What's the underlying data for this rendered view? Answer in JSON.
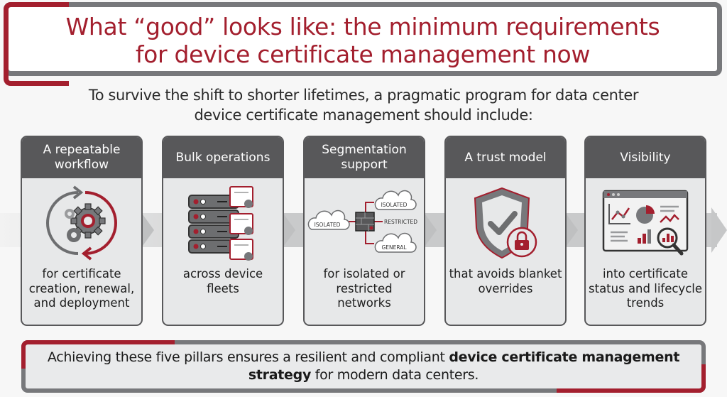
{
  "title": {
    "line1": "What “good” looks like: the minimum requirements",
    "line2": "for device certificate management now"
  },
  "intro": {
    "line1": "To survive the shift to shorter lifetimes, a pragmatic program for data center",
    "line2": "device certificate management should include:"
  },
  "colors": {
    "accent_red": "#a31f2e",
    "header_gray": "#58585a",
    "border_gray": "#77787b",
    "card_body": "#e7e8e9"
  },
  "pillars": [
    {
      "title": "A repeatable workflow",
      "icon": "gears-cycle-icon",
      "description": "for certificate creation, renewal, and deployment"
    },
    {
      "title": "Bulk operations",
      "icon": "server-rack-certificates-icon",
      "description": "across device fleets"
    },
    {
      "title": "Segmentation support",
      "icon": "network-segmentation-icon",
      "description": "for isolated or restricted networks",
      "diagram_labels": {
        "left": "ISOLATED",
        "top_right": "ISOLATED",
        "mid_right": "RESTRICTED",
        "bottom_right": "GENERAL"
      }
    },
    {
      "title": "A trust model",
      "icon": "shield-check-lock-icon",
      "description": "that avoids blanket overrides"
    },
    {
      "title": "Visibility",
      "icon": "dashboard-analytics-icon",
      "description": "into certificate status and lifecycle trends"
    }
  ],
  "footer": {
    "text_before": "Achieving these five pillars ensures a resilient and compliant ",
    "text_bold": "device certificate management strategy",
    "text_after": " for modern data centers."
  }
}
